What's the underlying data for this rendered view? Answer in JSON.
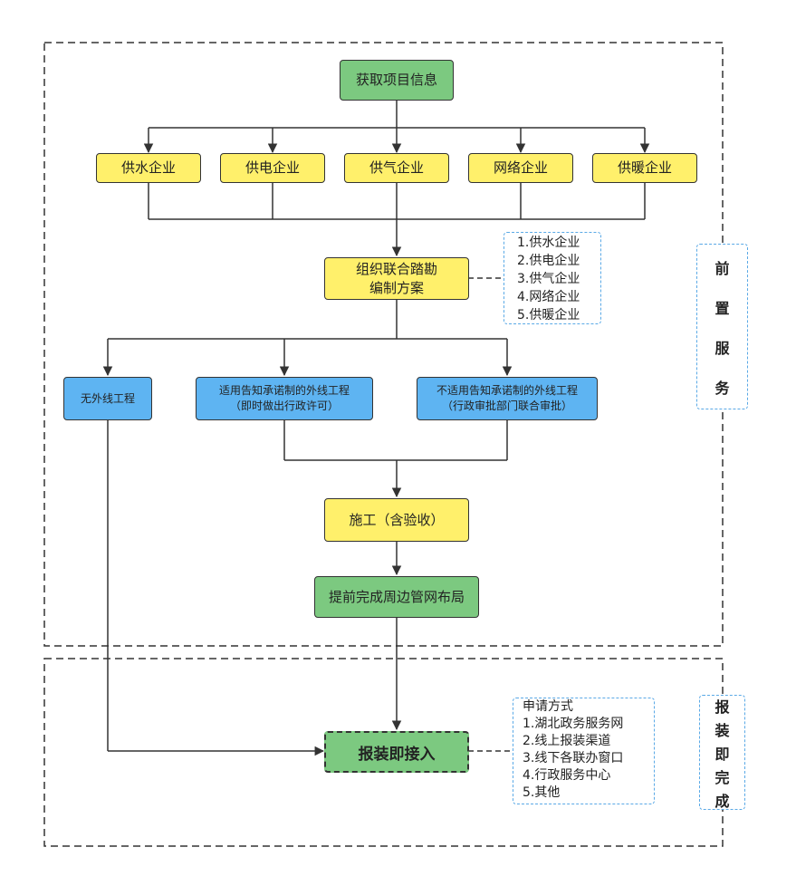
{
  "diagram": {
    "top_node": "获取项目信息",
    "enterprises": [
      "供水企业",
      "供电企业",
      "供气企业",
      "网络企业",
      "供暖企业"
    ],
    "survey": {
      "line1": "组织联合踏勘",
      "line2": "编制方案"
    },
    "survey_note": [
      "1.供水企业",
      "2.供电企业",
      "3.供气企业",
      "4.网络企业",
      "5.供暖企业"
    ],
    "branches": {
      "none": "无外线工程",
      "notice": {
        "line1": "适用告知承诺制的外线工程",
        "line2": "（即时做出行政许可）"
      },
      "joint": {
        "line1": "不适用告知承诺制的外线工程",
        "line2": "（行政审批部门联合审批）"
      }
    },
    "construction": "施工（含验收）",
    "network": "提前完成周边管网布局",
    "final": "报装即接入",
    "apply_note": [
      "申请方式",
      "1.湖北政务服务网",
      "2.线上报装渠道",
      "3.线下各联办窗口",
      "4.行政服务中心",
      "5.其他"
    ],
    "side_top": [
      "前",
      "置",
      "服",
      "务"
    ],
    "side_bottom": [
      "报",
      "装",
      "即",
      "完",
      "成"
    ]
  },
  "colors": {
    "green": "#7cc980",
    "yellow": "#fff06b",
    "blue": "#5eb4f2",
    "note_border": "#5aa9e6",
    "line": "#333333"
  }
}
